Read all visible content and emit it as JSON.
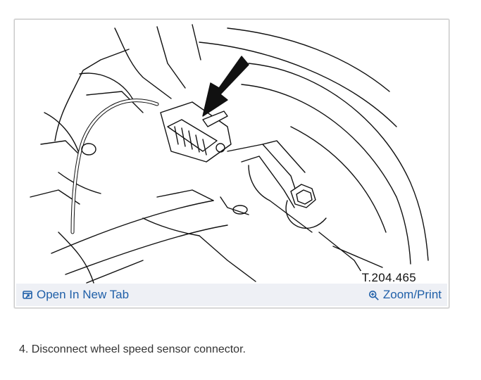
{
  "figure": {
    "reference_label": "T.204.465",
    "open_tab_label": "Open In New Tab",
    "zoom_label": "Zoom/Print",
    "icons": {
      "open_tab": "open-new-tab-icon",
      "zoom": "zoom-in-icon"
    },
    "link_color": "#1f5fa8",
    "toolbar_bg": "#eef0f5"
  },
  "caption": {
    "text": "4. Disconnect wheel speed sensor connector."
  }
}
